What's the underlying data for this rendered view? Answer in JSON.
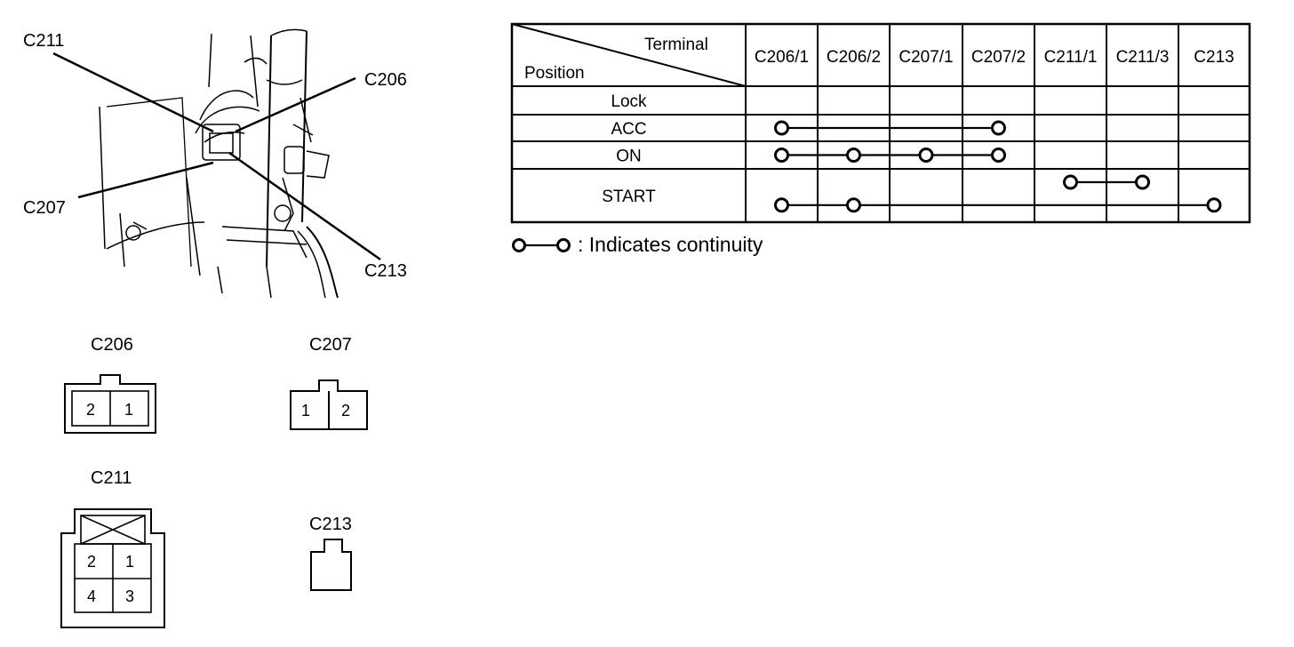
{
  "photo_callouts": [
    "C211",
    "C206",
    "C207",
    "C213"
  ],
  "connectors": {
    "c206": {
      "label": "C206",
      "pins": [
        "2",
        "1"
      ]
    },
    "c207": {
      "label": "C207",
      "pins": [
        "1",
        "2"
      ]
    },
    "c211": {
      "label": "C211",
      "pins": [
        "2",
        "1",
        "4",
        "3"
      ]
    },
    "c213": {
      "label": "C213"
    }
  },
  "table": {
    "corner_top": "Terminal",
    "corner_bottom": "Position",
    "columns": [
      "C206/1",
      "C206/2",
      "C207/1",
      "C207/2",
      "C211/1",
      "C211/3",
      "C213"
    ],
    "rows": [
      {
        "label": "Lock",
        "links": []
      },
      {
        "label": "ACC",
        "links": [
          [
            0,
            3
          ]
        ]
      },
      {
        "label": "ON",
        "links": [
          [
            0,
            1,
            2,
            3
          ]
        ]
      },
      {
        "label": "START",
        "links": [
          [
            4,
            5
          ],
          [
            0,
            1,
            6
          ]
        ]
      }
    ]
  },
  "legend": {
    "text": ": Indicates continuity"
  }
}
